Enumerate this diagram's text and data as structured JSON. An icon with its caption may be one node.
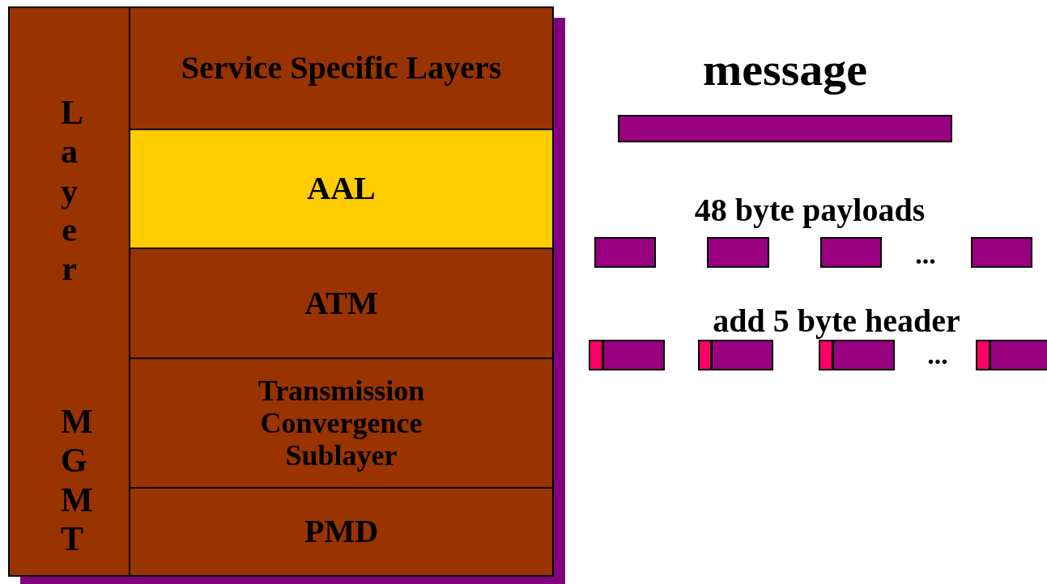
{
  "diagram": {
    "nodes": [
      {
        "text": [
          "Layer",
          "MGMT"
        ]
      },
      {
        "text": [
          "Service Specific Layers"
        ]
      },
      {
        "text": [
          "AAL"
        ]
      },
      {
        "text": [
          "ATM"
        ]
      },
      {
        "text": [
          "Transmission Convergence Sublayer"
        ]
      },
      {
        "text": [
          "PMD"
        ]
      },
      {
        "text": [],
        "shape": "bar",
        "beside": [
          "message"
        ]
      },
      {
        "text": [],
        "shape": "bar"
      },
      {
        "text": [],
        "shape": "bar"
      },
      {
        "text": [],
        "shape": "bar"
      },
      {
        "text": [],
        "shape": "bar"
      },
      {
        "text": [],
        "shape": "bar"
      },
      {
        "text": [],
        "shape": "bar"
      },
      {
        "text": [],
        "shape": "bar"
      },
      {
        "text": [],
        "shape": "bar"
      },
      {
        "text": [],
        "shape": "bar"
      },
      {
        "text": [],
        "shape": "bar"
      },
      {
        "text": [],
        "shape": "bar"
      },
      {
        "text": [],
        "shape": "bar"
      }
    ],
    "labels": [
      "48 byte payloads",
      "...",
      "add 5 byte header",
      "..."
    ]
  }
}
